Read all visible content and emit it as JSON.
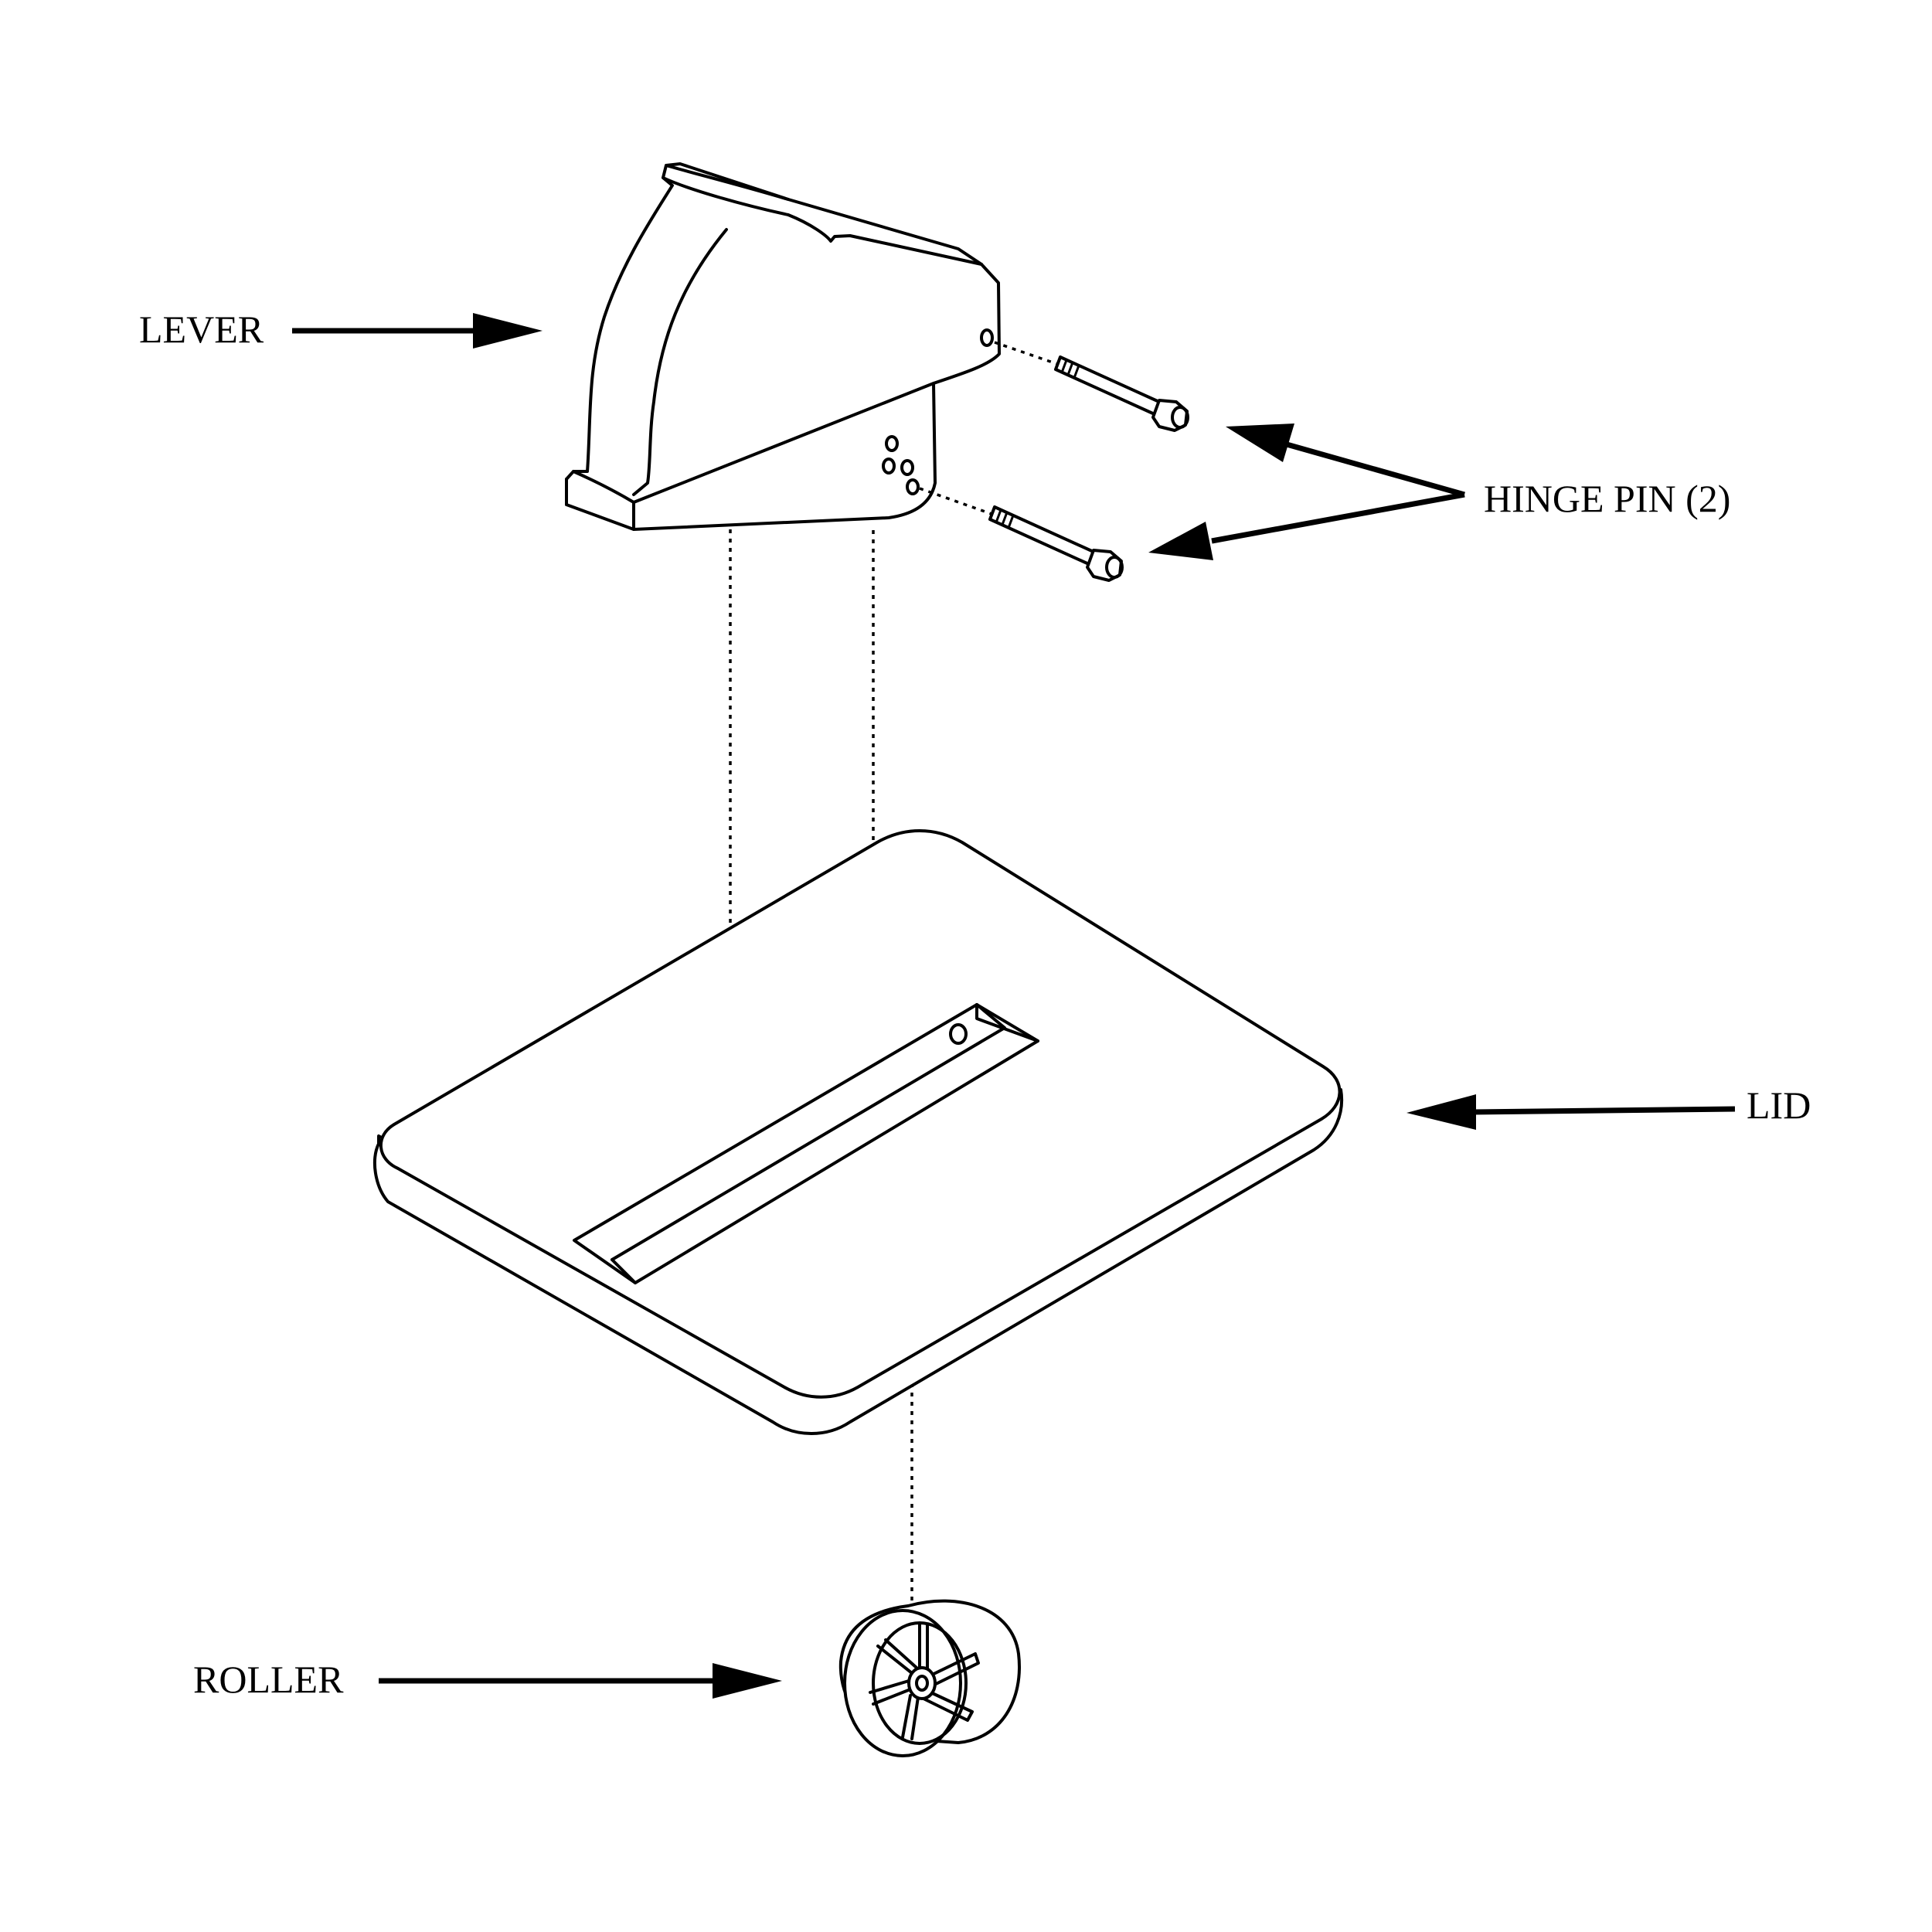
{
  "labels": {
    "lever": "LEVER",
    "hinge_pin": "HINGE PIN (2)",
    "lid": "LID",
    "roller": "ROLLER"
  },
  "colors": {
    "ink": "#000000",
    "paper": "#ffffff"
  }
}
